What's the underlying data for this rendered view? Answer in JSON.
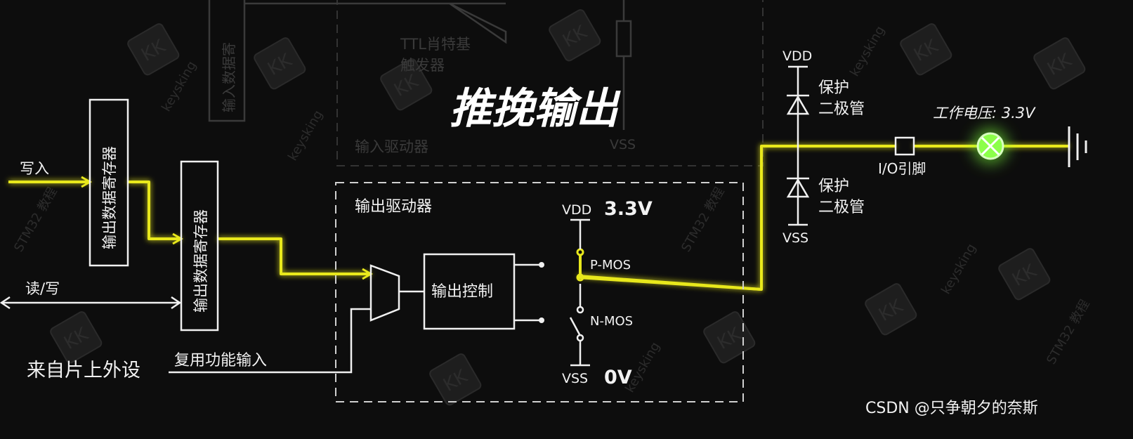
{
  "title": "推挽输出",
  "labels": {
    "write_in": "写入",
    "read_write": "读/写",
    "from_peripheral": "来自片上外设",
    "alt_func_input": "复用功能输入",
    "output_data_register_1": "输出数据寄存器",
    "output_data_register_2": "输出数据寄存器",
    "output_driver": "输出驱动器",
    "output_control": "输出控制",
    "vdd_top": "VDD",
    "v_high": "3.3V",
    "pmos": "P-MOS",
    "nmos": "N-MOS",
    "vss_bottom": "VSS",
    "v_low": "0V",
    "vdd_right": "VDD",
    "vss_right": "VSS",
    "protect_diode_top_1": "保护",
    "protect_diode_top_2": "二极管",
    "protect_diode_bottom_1": "保护",
    "protect_diode_bottom_2": "二极管",
    "io_pin": "I/O引脚",
    "working_voltage": "工作电压: 3.3V",
    "input_data_register": "输入数据寄",
    "ttl_schmitt_1": "TTL肖特基",
    "ttl_schmitt_2": "触发器",
    "input_driver": "输入驱动器",
    "vss_input": "VSS"
  },
  "watermark": {
    "logo": "KK",
    "text": "keysking",
    "sub": "STM32 教程"
  },
  "footer": "CSDN @只争朝夕的奈斯",
  "colors": {
    "background": "#0d0d0d",
    "signal": "#e8e81c",
    "lamp": "#7dff3a",
    "wire": "#f0f0f0"
  }
}
